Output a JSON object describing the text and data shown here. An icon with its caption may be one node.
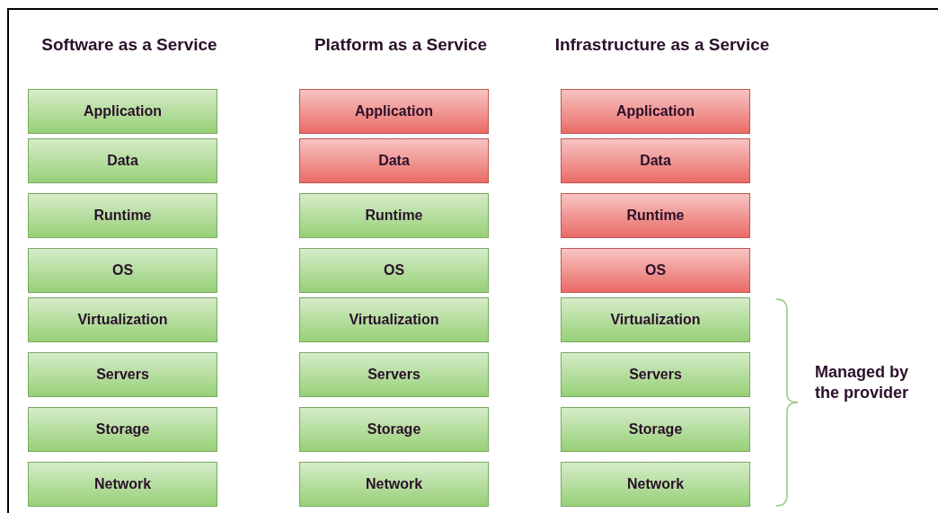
{
  "diagram": {
    "nodes": [
      {
        "text": [
          "Application"
        ]
      },
      {
        "text": [
          "Data"
        ]
      },
      {
        "text": [
          "Runtime"
        ]
      },
      {
        "text": [
          "OS"
        ]
      },
      {
        "text": [
          "Virtualization"
        ]
      },
      {
        "text": [
          "Servers"
        ]
      },
      {
        "text": [
          "Storage"
        ]
      },
      {
        "text": [
          "Network"
        ]
      },
      {
        "text": [
          "Application"
        ]
      },
      {
        "text": [
          "Data"
        ]
      },
      {
        "text": [
          "Runtime"
        ]
      },
      {
        "text": [
          "OS"
        ]
      },
      {
        "text": [
          "Virtualization"
        ]
      },
      {
        "text": [
          "Servers"
        ]
      },
      {
        "text": [
          "Storage"
        ]
      },
      {
        "text": [
          "Network"
        ]
      },
      {
        "text": [
          "Application"
        ]
      },
      {
        "text": [
          "Data"
        ]
      },
      {
        "text": [
          "Runtime"
        ]
      },
      {
        "text": [
          "OS"
        ]
      },
      {
        "text": [
          "Virtualization"
        ]
      },
      {
        "text": [
          "Servers"
        ]
      },
      {
        "text": [
          "Storage"
        ]
      },
      {
        "text": [
          "Network"
        ]
      }
    ],
    "labels": [
      "Software as a Service",
      "Platform as a Service",
      "Infrastructure as a Service",
      "Managed by the provider"
    ]
  }
}
